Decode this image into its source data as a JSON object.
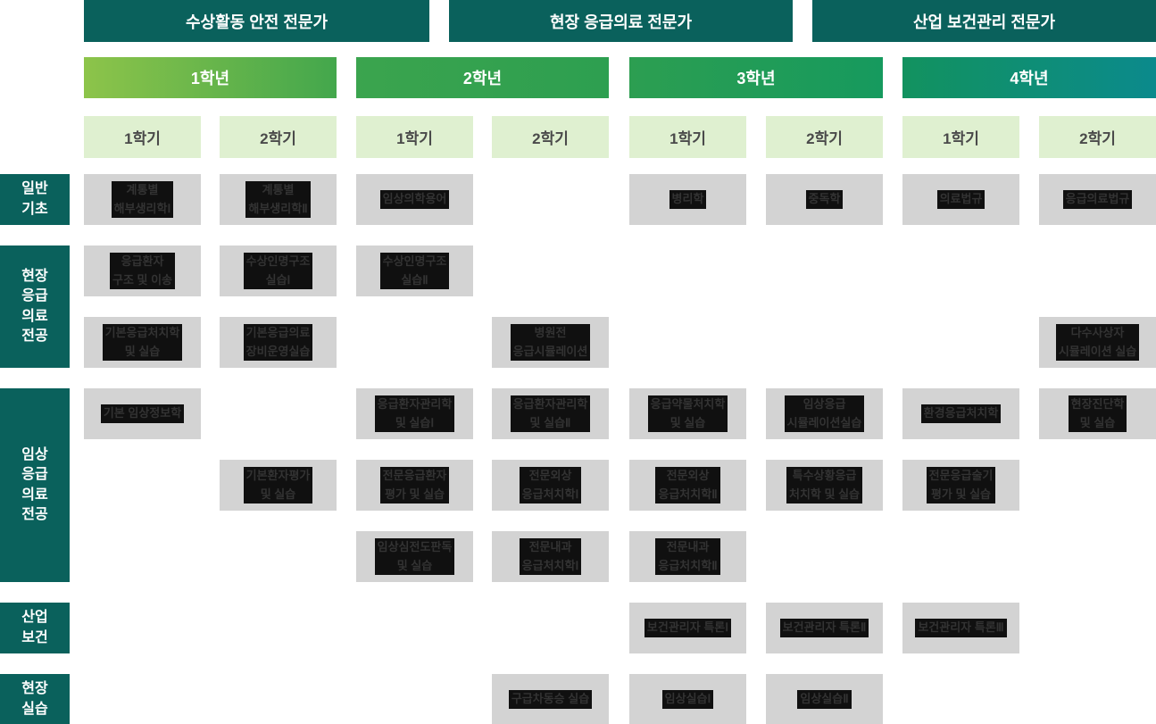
{
  "tracks": [
    "수상활동 안전 전문가",
    "현장 응급의료 전문가",
    "산업 보건관리 전문가"
  ],
  "years": [
    "1학년",
    "2학년",
    "3학년",
    "4학년"
  ],
  "semesters": [
    "1학기",
    "2학기",
    "1학기",
    "2학기",
    "1학기",
    "2학기",
    "1학기",
    "2학기"
  ],
  "categories": [
    "일반\n기초",
    "현장\n응급\n의료\n전공",
    "임상\n응급\n의료\n전공",
    "산업\n보건",
    "현장\n실습"
  ],
  "colors": {
    "teal": "#0a615c",
    "year_gradient_start": "#8dc44a",
    "year_gradient_end": "#0b8a8c",
    "semester_bg": "#dff0d0",
    "course_bg": "#d3d3d3"
  },
  "courses": {
    "r1": {
      "c1": "계통별\n해부생리학Ⅰ",
      "c2": "계통별\n해부생리학Ⅱ",
      "c3": "임상의학용어",
      "c5": "병리학",
      "c6": "중독학",
      "c7": "의료법규",
      "c8": "응급의료법규"
    },
    "r2": {
      "c1": "응급환자\n구조 및 이송",
      "c2": "수상인명구조\n실습Ⅰ",
      "c3": "수상인명구조\n실습Ⅱ"
    },
    "r3": {
      "c1": "기본응급처치학\n및 실습",
      "c2": "기본응급의료\n장비운영실습",
      "c4": "병원전\n응급시뮬레이션",
      "c8": "다수사상자\n시뮬레이션 실습"
    },
    "r4": {
      "c1": "기본 임상정보학",
      "c3": "응급환자관리학\n및 실습Ⅰ",
      "c4": "응급환자관리학\n및 실습Ⅱ",
      "c5": "응급약물처치학\n및 실습",
      "c6": "임상응급\n시뮬레이션실습",
      "c7": "환경응급처치학",
      "c8": "현장진단학\n및 실습"
    },
    "r5": {
      "c2": "기본환자평가\n및 실습",
      "c3": "전문응급환자\n평가 및 실습",
      "c4": "전문외상\n응급처치학Ⅰ",
      "c5": "전문외상\n응급처치학Ⅱ",
      "c6": "특수상황응급\n처치학 및 실습",
      "c7": "전문응급술기\n평가 및 실습"
    },
    "r6": {
      "c3": "임상심전도판독\n및 실습",
      "c4": "전문내과\n응급처치학Ⅰ",
      "c5": "전문내과\n응급처치학Ⅱ"
    },
    "r7": {
      "c5": "보건관리자 특론Ⅰ",
      "c6": "보건관리자 특론Ⅱ",
      "c7": "보건관리자 특론Ⅲ"
    },
    "r8": {
      "c4": "구급차동승 실습",
      "c5": "임상실습Ⅰ",
      "c6": "임상실습Ⅱ"
    }
  }
}
